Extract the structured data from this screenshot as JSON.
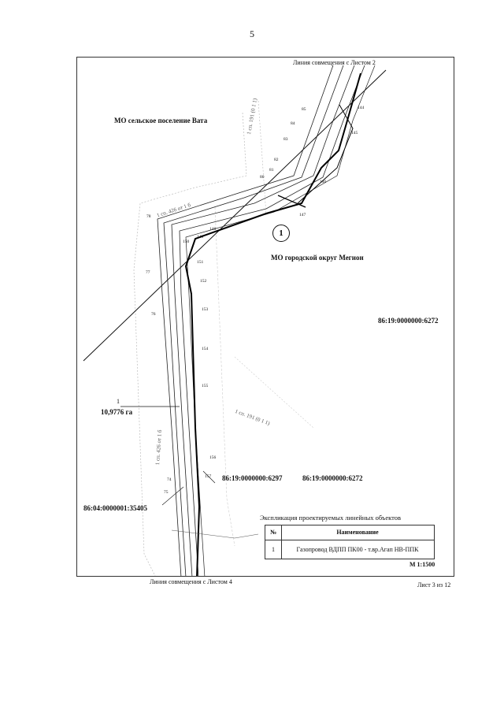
{
  "page_number": "5",
  "edge_top": "Линия совмещения с Листом 2",
  "edge_bottom": "Линия совмещения с Листом 4",
  "sheet_label": "Лист 3 из 12",
  "areas": {
    "vata": "МО сельское поселение Вата",
    "megion": "МО городской округ Мегион"
  },
  "cadastral": {
    "c6272_upper": "86:19:0000000:6272",
    "c6272_lower": "86:19:0000000:6272",
    "c6297": "86:19:0000000:6297",
    "c35405": "86:04:0000001:35405"
  },
  "parcel": {
    "number": "1",
    "area": "10,9776 га"
  },
  "route_marker": "1",
  "points": {
    "p85": "85",
    "p84": "84",
    "p83": "83",
    "p82": "82",
    "p81": "81",
    "p80": "80",
    "p144": "144",
    "p145": "145",
    "p146": "146",
    "p147": "147",
    "p148": "148",
    "p149": "149",
    "p150": "150",
    "p151": "151",
    "p152": "152",
    "p153": "153",
    "p154": "154",
    "p155": "155",
    "p156": "156",
    "p157": "157",
    "p78": "78",
    "p77": "77",
    "p76": "76",
    "p75": "75",
    "p74": "74"
  },
  "side_labels": {
    "s1": "1 сп. 426 от 1 б",
    "s2": "1 сп. 426 от 1 б",
    "s3": "1 сп. 191 (0 1 1)",
    "s4": "1 сп. 191 (0 1 1)"
  },
  "legend": {
    "title": "Экспликация проектируемых линейных объектов",
    "col_num": "№",
    "col_name": "Наименование",
    "rows": [
      {
        "num": "1",
        "name": "Газопровод ВДПП ПК00 - т.вр.Агап НВ-ППК"
      }
    ]
  },
  "scale": "М 1:1500"
}
